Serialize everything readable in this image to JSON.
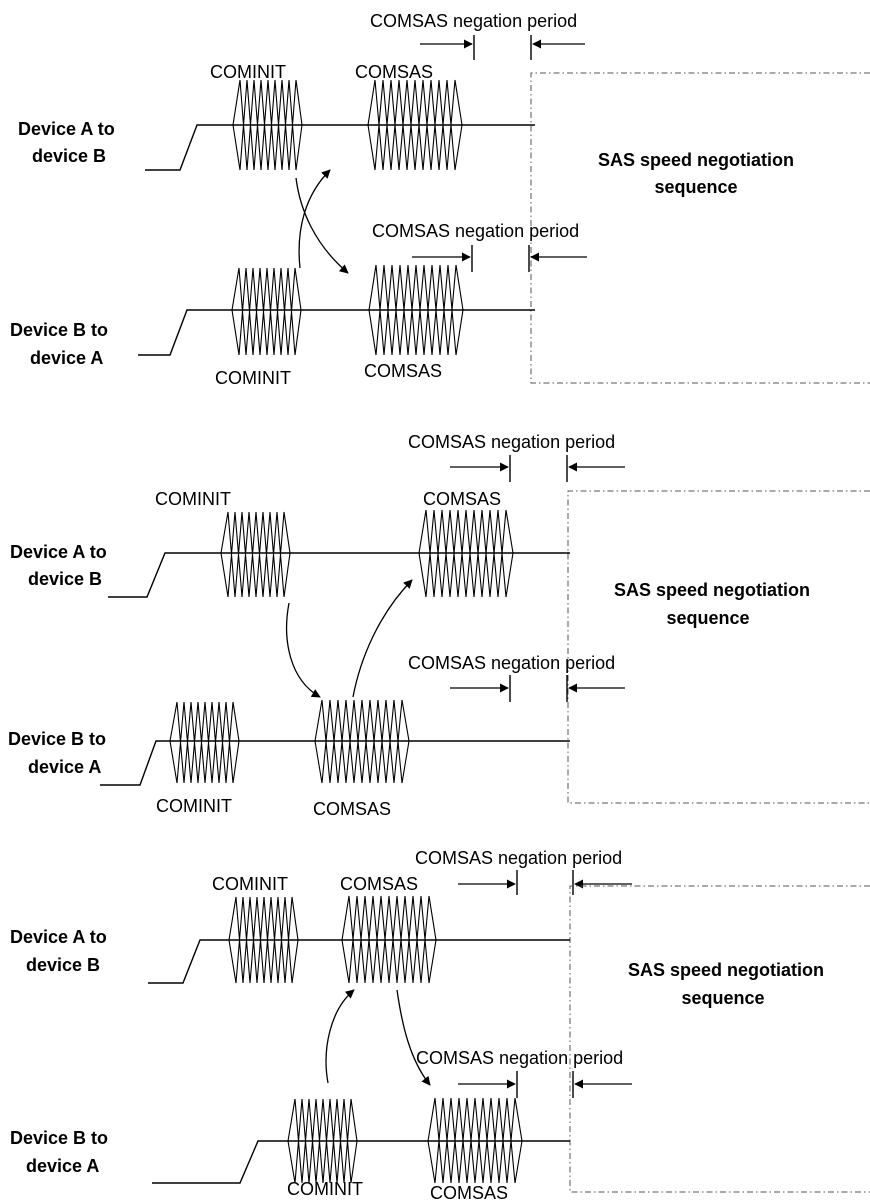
{
  "labels": {
    "device_a_to_b_line1": "Device A to",
    "device_a_to_b_line2": "device B",
    "device_b_to_a_line1": "Device B to",
    "device_b_to_a_line2": "device A",
    "cominit": "COMINIT",
    "comsas": "COMSAS",
    "negation_period": "COMSAS negation period",
    "sas_seq_line1": "SAS speed negotiation",
    "sas_seq_line2": "sequence"
  },
  "panels": [
    {
      "id": "scenario-1"
    },
    {
      "id": "scenario-2"
    },
    {
      "id": "scenario-3"
    }
  ]
}
